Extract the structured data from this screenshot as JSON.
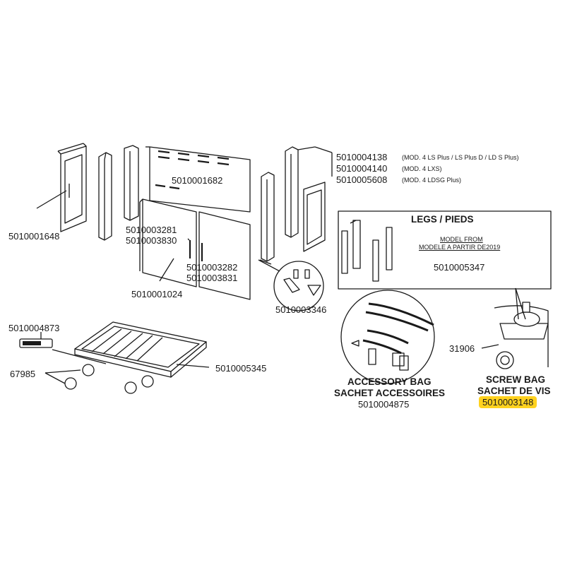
{
  "parts": {
    "side_panel_left": "5010001648",
    "back_panel": "5010001682",
    "door_left_a": "5010003281",
    "door_left_b": "5010003830",
    "door_right_a": "5010003282",
    "door_right_b": "5010003831",
    "handle": "5010001024",
    "leg_a": "5010004138",
    "leg_b": "5010004140",
    "leg_c": "5010005608",
    "brackets": "5010003346",
    "hinge_piece": "5010004873",
    "casters": "67985",
    "bottom_shelf": "5010005345",
    "accessory_bag": "5010004875",
    "grill_part": "31906",
    "screw_bag": "5010003148"
  },
  "notes": {
    "leg_a": "(MOD. 4 LS Plus / LS Plus D / LD S Plus)",
    "leg_b": "(MOD. 4 LXS)",
    "leg_c": "(MOD. 4 LDSG Plus)"
  },
  "legs_box": {
    "title": "LEGS / PIEDS",
    "model_line1": "MODEL FROM",
    "model_line2": "MODELE A PARTIR DE2019",
    "part": "5010005347"
  },
  "bags": {
    "accessory_en": "ACCESSORY BAG",
    "accessory_fr": "SACHET ACCESSOIRES",
    "screw_en": "SCREW BAG",
    "screw_fr": "SACHET DE VIS"
  },
  "colors": {
    "highlight": "#ffd21f",
    "line": "#1a1a1a"
  }
}
